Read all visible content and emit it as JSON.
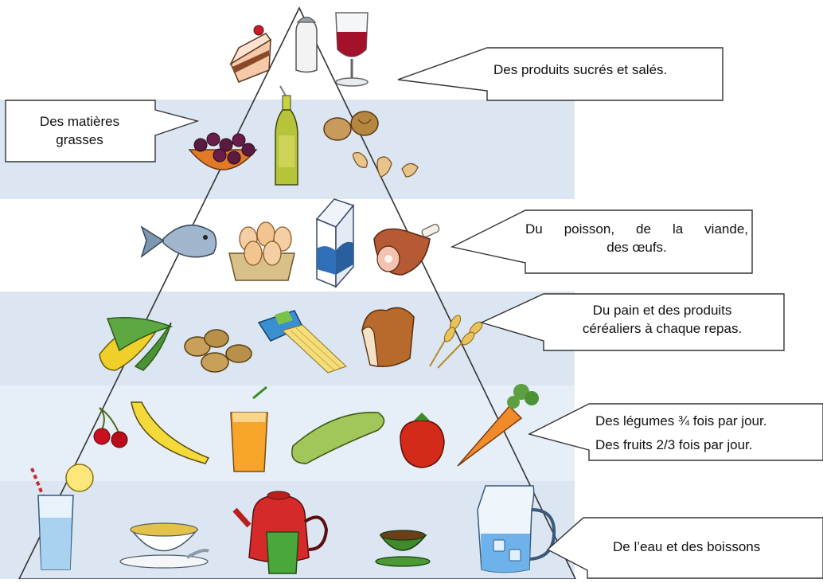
{
  "colors": {
    "band": "#dbe6f2",
    "outline": "#333333",
    "text": "#111111"
  },
  "levels": [
    {
      "id": "sweets-salty",
      "lines": [
        "Des produits sucrés et salés."
      ],
      "foods": [
        "cake-slice-icon",
        "salt-shaker-icon",
        "red-wine-glass-icon"
      ]
    },
    {
      "id": "fats",
      "lines": [
        "Des matières",
        "grasses"
      ],
      "foods": [
        "olives-bowl-icon",
        "olive-oil-bottle-icon",
        "walnuts-icon",
        "cashew-nuts-icon"
      ]
    },
    {
      "id": "proteins",
      "lines": [
        "Du poisson, de la viande,",
        "des œufs."
      ],
      "foods": [
        "fish-icon",
        "eggs-carton-icon",
        "milk-carton-icon",
        "ham-leg-icon"
      ]
    },
    {
      "id": "cereals",
      "lines": [
        "Du pain et des produits",
        "céréaliers à chaque repas."
      ],
      "foods": [
        "corn-icon",
        "potatoes-icon",
        "spaghetti-icon",
        "bread-loaf-icon",
        "wheat-icon"
      ]
    },
    {
      "id": "fruits-vegetables",
      "lines": [
        "Des légumes ¾ fois par jour.",
        "Des fruits 2/3 fois par jour."
      ],
      "foods": [
        "cherries-icon",
        "banana-icon",
        "orange-juice-icon",
        "cucumber-icon",
        "tomato-icon",
        "carrot-icon"
      ]
    },
    {
      "id": "water-drinks",
      "lines": [
        "De l’eau et des boissons"
      ],
      "foods": [
        "water-glass-icon",
        "soup-bowl-icon",
        "teapot-icon",
        "coffee-cup-icon",
        "water-pitcher-icon"
      ]
    }
  ]
}
